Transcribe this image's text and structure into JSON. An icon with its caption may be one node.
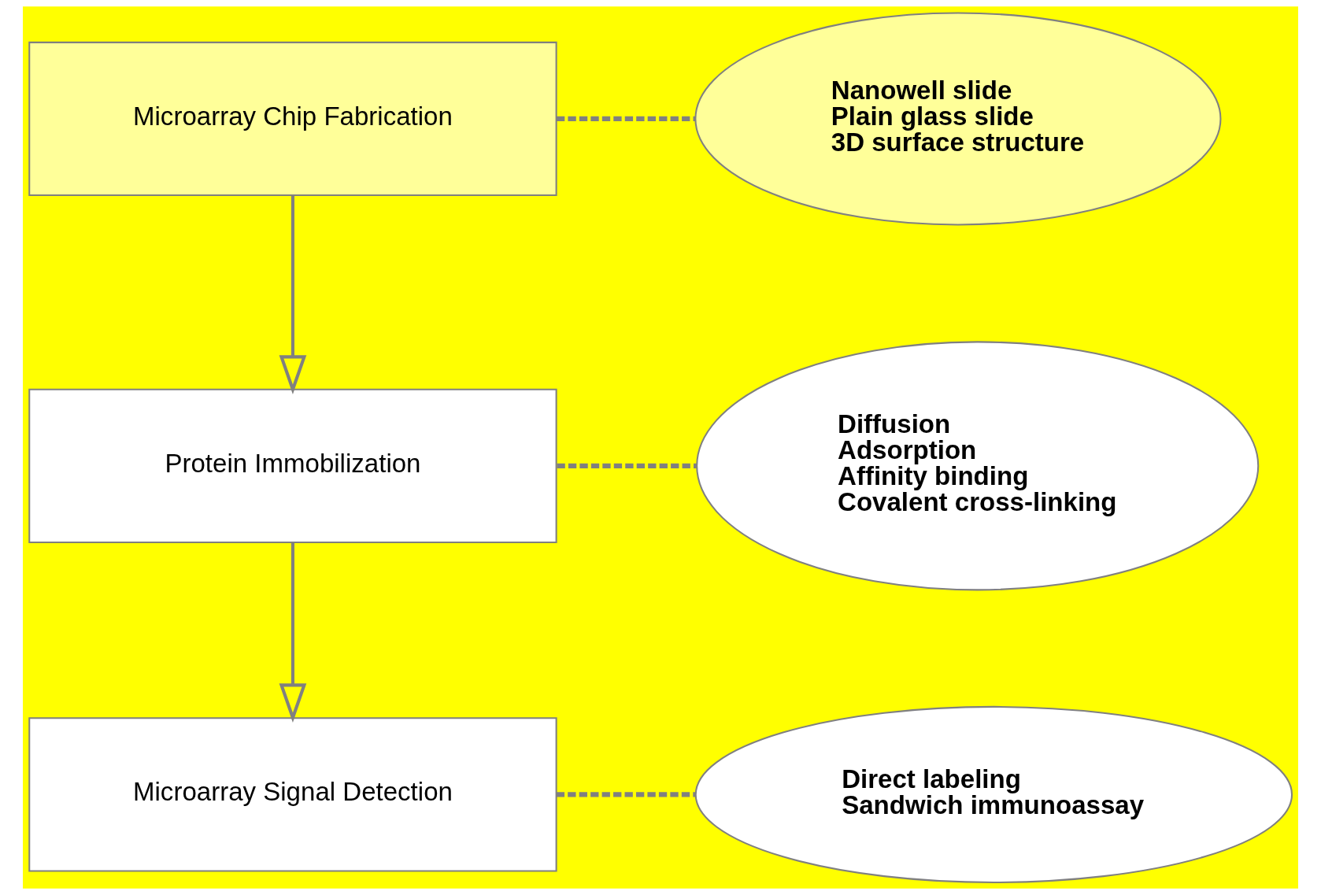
{
  "diagram": {
    "nodes": [
      {
        "text": [
          "Microarray Chip Fabrication"
        ]
      },
      {
        "text": [
          "Nanowell slide",
          "Plain glass slide",
          "3D surface structure"
        ]
      },
      {
        "text": [
          "Protein Immobilization"
        ]
      },
      {
        "text": [
          "Diffusion",
          "Adsorption",
          "Affinity binding",
          "Covalent cross-linking"
        ]
      },
      {
        "text": [
          "Microarray Signal Detection"
        ]
      },
      {
        "text": [
          "Direct labeling",
          "Sandwich immunoassay"
        ]
      }
    ],
    "edges": [
      {
        "from": 0,
        "to": 1,
        "arrow": "none",
        "style": "dashed"
      },
      {
        "from": 0,
        "to": 2,
        "arrow": "to"
      },
      {
        "from": 2,
        "to": 3,
        "arrow": "none",
        "style": "dashed"
      },
      {
        "from": 2,
        "to": 4,
        "arrow": "to"
      },
      {
        "from": 4,
        "to": 5,
        "arrow": "none",
        "style": "dashed"
      }
    ]
  }
}
